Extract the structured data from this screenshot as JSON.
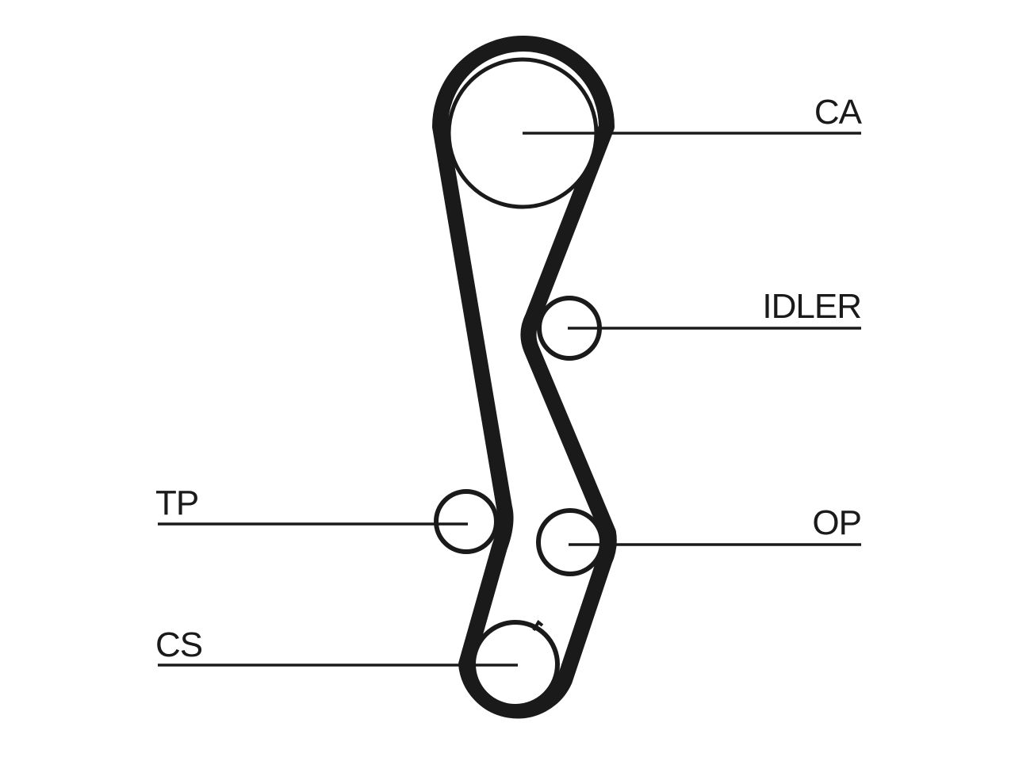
{
  "labels": {
    "camshaft": "CA",
    "idler": "IDLER",
    "tensioner": "TP",
    "oil_pump": "OP",
    "crankshaft": "CS"
  },
  "colors": {
    "line": "#1a1a1a",
    "background": "#ffffff"
  }
}
